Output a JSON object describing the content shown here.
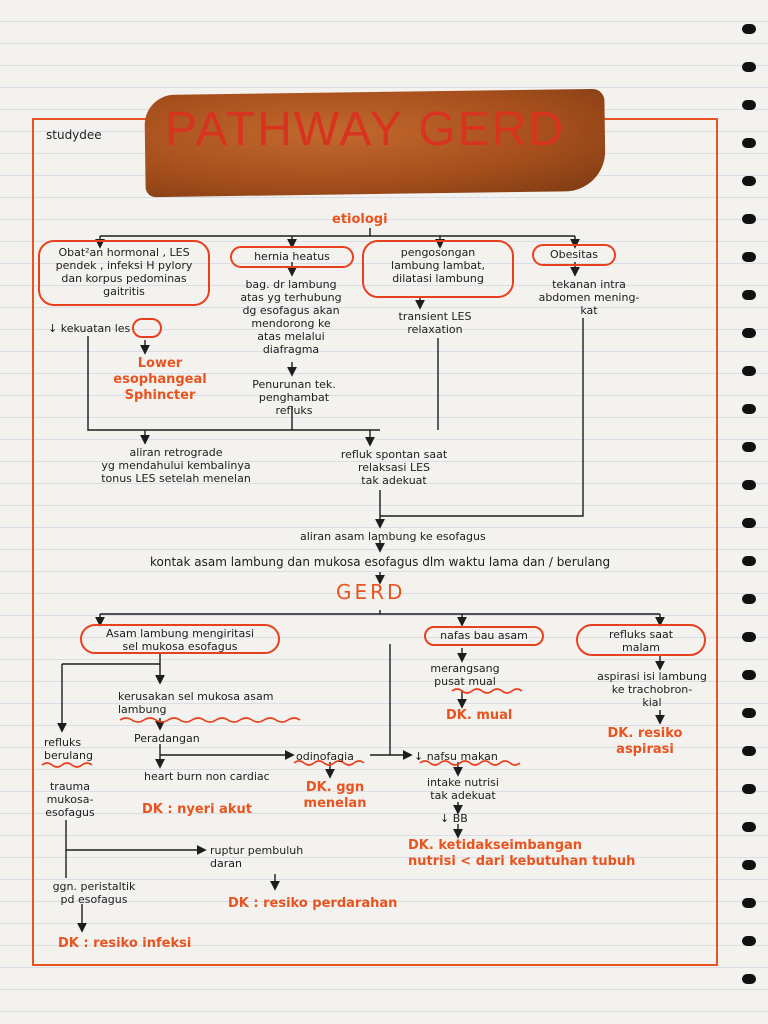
{
  "brand": "studydee",
  "title": "PATHWAY GERD",
  "etiologi": "etiologi",
  "causes": {
    "c1": "Obat²an hormonal , LES\npendek , infeksi H pylory\ndan korpus pedominas\ngaitritis",
    "c2": "hernia heatus",
    "c3": "pengosongan\nlambung lambat,\ndilatasi lambung",
    "c4": "Obesitas"
  },
  "left_branch": {
    "kekuatan": "↓ kekuatan les",
    "lower": "Lower\nesophangeal\nSphincter"
  },
  "hernia_branch": {
    "desc": "bag. dr lambung\natas yg terhubung\ndg esofagus akan\nmendorong ke\natas melalui\ndiafragma",
    "penurunan": "Penurunan tek.\npenghambat\nrefluks"
  },
  "pengosongan_branch": {
    "desc": "transient LES\nrelaxation"
  },
  "obesitas_branch": {
    "desc": "tekanan intra\nabdomen mening-\nkat"
  },
  "aliran_retro": "aliran retrograde\nyg mendahului kembalinya\ntonus LES setelah menelan",
  "refluks_spontan": "refluk spontan saat\nrelaksasi LES\ntak adekuat",
  "aliran_asam": "aliran asam  lambung ke esofagus",
  "kontak": "kontak asam lambung dan mukosa esofagus dlm waktu lama dan / berulang",
  "gerd": "GERD",
  "effects": {
    "e1": "Asam lambung mengiritasi\nsel mukosa esofagus",
    "e2": "nafas bau asam",
    "e3": "refluks saat\nmalam"
  },
  "kerusakan": "kerusakan sel mukosa asam\nlambung",
  "peradangan": "Peradangan",
  "refluks_berulang": "refluks\nberulang",
  "trauma": "trauma\nmukosa-\nesofagus",
  "heartburn": "heart burn non cardiac",
  "dk_nyeri": "DK : nyeri akut",
  "odinofagia": "odinofagia",
  "dk_menelan": "DK. ggn\nmenelan",
  "nafsu": "↓ nafsu makan",
  "intake": "intake nutrisi\ntak adekuat",
  "bb": "↓ BB",
  "dk_nutrisi": "DK. ketidakseimbangan\nnutrisi < dari kebutuhan tubuh",
  "merangsang": "merangsang\npusat mual",
  "dk_mual": "DK. mual",
  "aspirasi": "aspirasi isi lambung\nke trachobron-\nkial",
  "dk_aspirasi": "DK. resiko\naspirasi",
  "ruptur": "ruptur pembuluh\ndaran",
  "dk_perdarahan": "DK : resiko perdarahan",
  "ggn_peristaltik": "ggn. peristaltik\npd esofagus",
  "dk_infeksi": "DK : resiko infeksi",
  "colors": {
    "ink": "#1d1d1d",
    "accent": "#e8541f",
    "band": "#a8501d"
  }
}
